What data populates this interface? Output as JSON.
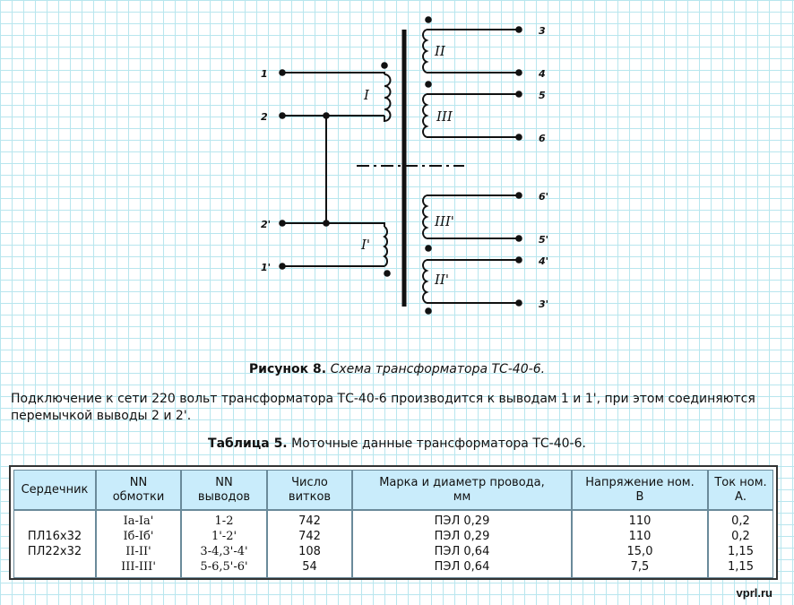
{
  "diagram": {
    "left_pins": [
      "1",
      "2",
      "2'",
      "1'"
    ],
    "right_pins": [
      "3",
      "4",
      "5",
      "6",
      "6'",
      "5'",
      "4'",
      "3'"
    ],
    "coil_labels": {
      "I": "I",
      "I_prime": "I'",
      "II": "II",
      "III": "III",
      "III_prime": "III'",
      "II_prime": "II'"
    }
  },
  "figure_caption": {
    "prefix": "Рисунок 8.",
    "text": "Схема трансформатора ТС-40-6."
  },
  "paragraph": "Подключение к сети 220 вольт трансформатора ТС-40-6 производится к выводам 1 и 1', при этом соединяются перемычкой выводы 2 и 2'.",
  "table_caption": {
    "prefix": "Таблица 5.",
    "text": "Моточные данные трансформатора ТС-40-6."
  },
  "table": {
    "headers": [
      [
        "Сердечник"
      ],
      [
        "NN",
        "обмотки"
      ],
      [
        "NN",
        "выводов"
      ],
      [
        "Число",
        "витков"
      ],
      [
        "Марка и диаметр провода,",
        "мм"
      ],
      [
        "Напряжение ном.",
        "В"
      ],
      [
        "Ток ном.",
        "А."
      ]
    ],
    "core": [
      "ПЛ16х32",
      "ПЛ22х32"
    ],
    "windings": [
      "Ia-Ia'",
      "Iб-Iб'",
      "II-II'",
      "III-III'"
    ],
    "terminals": [
      "1-2",
      "1'-2'",
      "3-4,3'-4'",
      "5-6,5'-6'"
    ],
    "turns": [
      "742",
      "742",
      "108",
      "54"
    ],
    "wire": [
      "ПЭЛ 0,29",
      "ПЭЛ 0,29",
      "ПЭЛ 0,64",
      "ПЭЛ 0,64"
    ],
    "voltage": [
      "110",
      "110",
      "15,0",
      "7,5"
    ],
    "current": [
      "0,2",
      "0,2",
      "1,15",
      "1,15"
    ]
  },
  "watermark": "vprl.ru"
}
